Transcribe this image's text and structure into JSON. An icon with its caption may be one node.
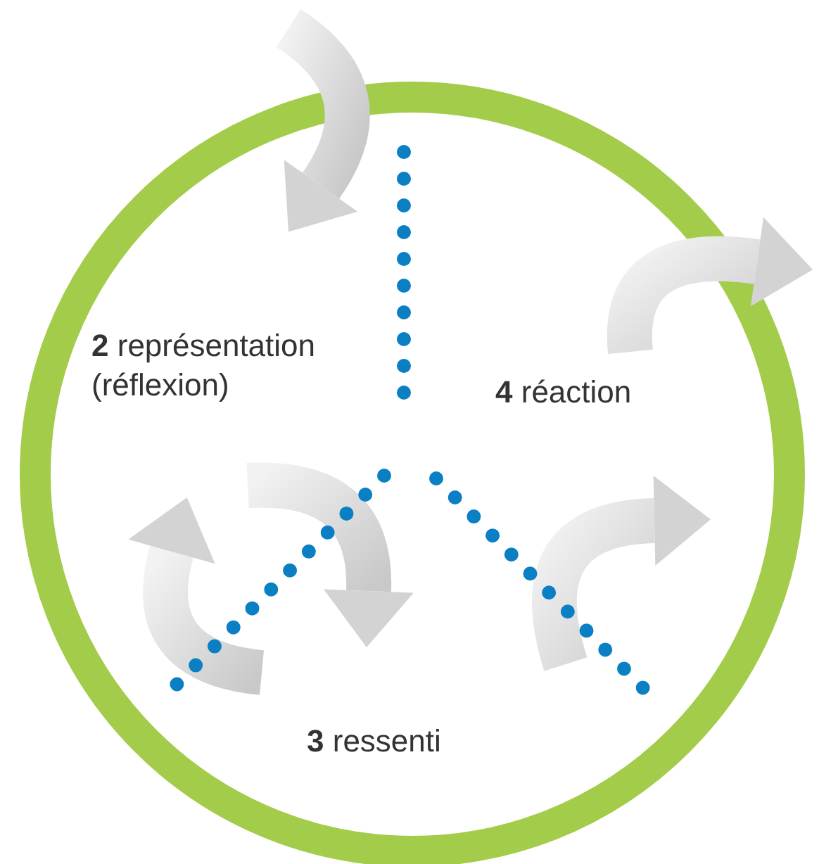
{
  "diagram": {
    "labels": [
      "**2** représentation (réflexion)",
      "**4** réaction",
      "**3** ressenti"
    ]
  }
}
